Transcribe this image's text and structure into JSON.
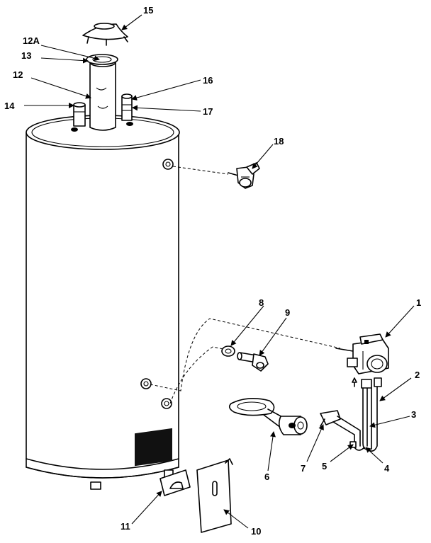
{
  "labels": {
    "l1": "1",
    "l2": "2",
    "l3": "3",
    "l4": "4",
    "l5": "5",
    "l6": "6",
    "l7": "7",
    "l8": "8",
    "l9": "9",
    "l10": "10",
    "l11": "11",
    "l12": "12",
    "l12a": "12A",
    "l13": "13",
    "l14": "14",
    "l15": "15",
    "l16": "16",
    "l17": "17",
    "l18": "18"
  }
}
